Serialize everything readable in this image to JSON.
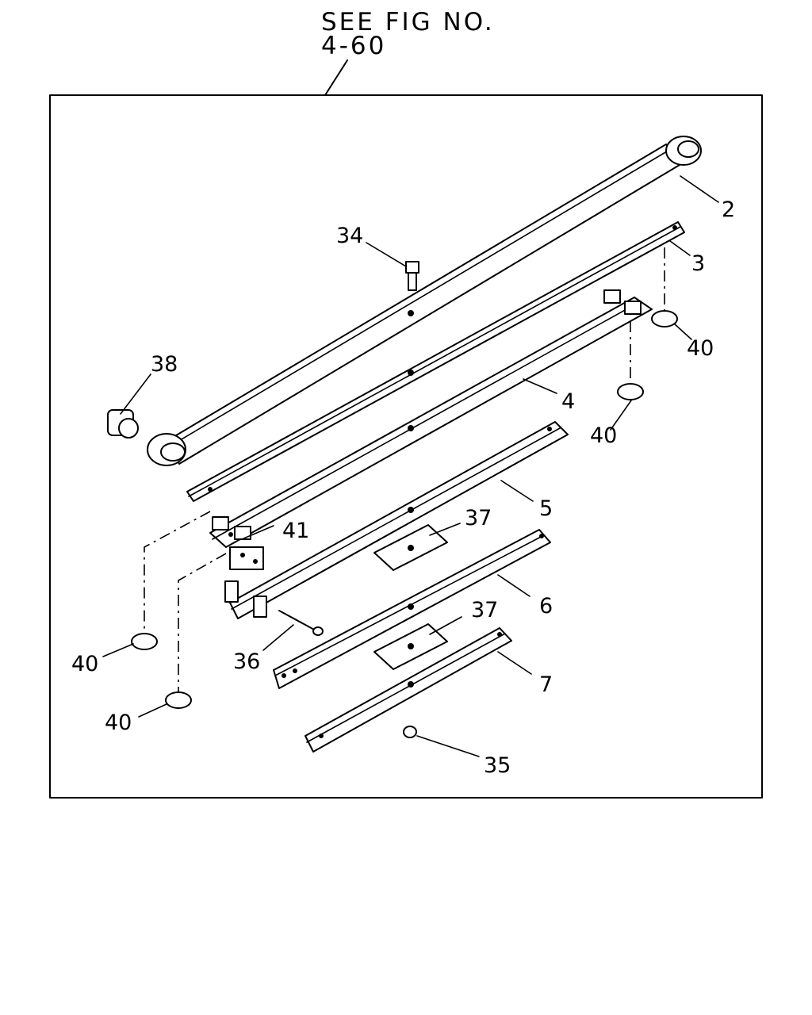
{
  "reference": {
    "line1": "SEE FIG NO.",
    "line2": "4-60"
  },
  "callouts": {
    "c2": "2",
    "c3": "3",
    "c4": "4",
    "c5": "5",
    "c6": "6",
    "c7": "7",
    "c34": "34",
    "c35": "35",
    "c36": "36",
    "c37a": "37",
    "c37b": "37",
    "c38": "38",
    "c40a": "40",
    "c40b": "40",
    "c40c": "40",
    "c40d": "40",
    "c41": "41"
  }
}
